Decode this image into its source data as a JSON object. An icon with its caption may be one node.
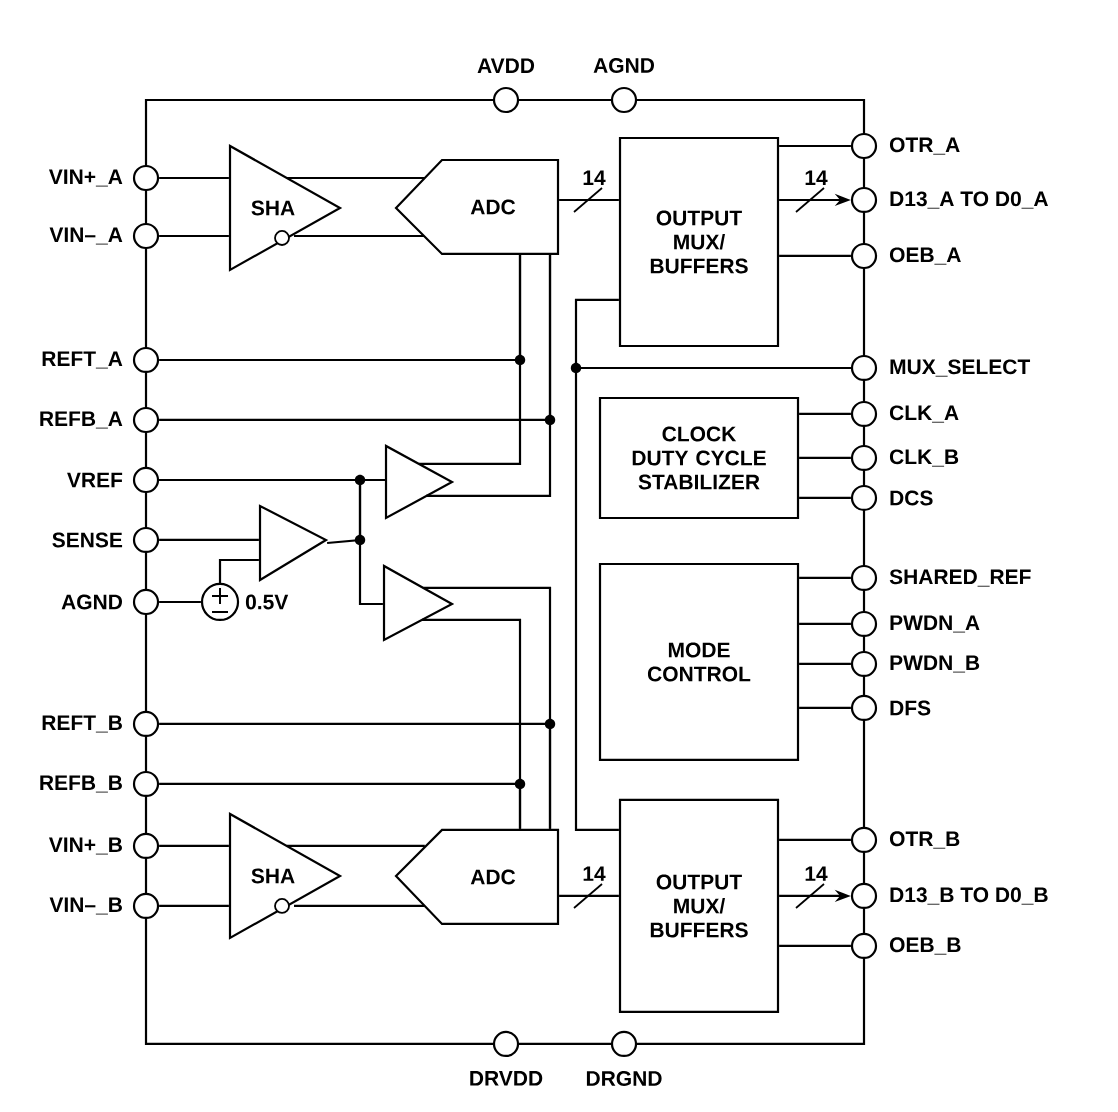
{
  "diagram": {
    "nodes": [
      {
        "text": [],
        "shape": "circle",
        "beside": [
          "VIN+_A"
        ]
      },
      {
        "text": [],
        "shape": "circle",
        "beside": [
          "VIN–_A"
        ]
      },
      {
        "text": [],
        "shape": "circle",
        "beside": [
          "REFT_A"
        ]
      },
      {
        "text": [],
        "shape": "circle",
        "beside": [
          "REFB_A"
        ]
      },
      {
        "text": [],
        "shape": "circle",
        "beside": [
          "VREF"
        ]
      },
      {
        "text": [],
        "shape": "circle",
        "beside": [
          "SENSE"
        ]
      },
      {
        "text": [],
        "shape": "circle",
        "beside": [
          "AGND"
        ]
      },
      {
        "text": [],
        "shape": "circle",
        "beside": [
          "REFT_B"
        ]
      },
      {
        "text": [],
        "shape": "circle",
        "beside": [
          "REFB_B"
        ]
      },
      {
        "text": [],
        "shape": "circle",
        "beside": [
          "VIN+_B"
        ]
      },
      {
        "text": [],
        "shape": "circle",
        "beside": [
          "VIN–_B"
        ]
      },
      {
        "text": [],
        "shape": "circle",
        "beside": [
          "AVDD"
        ]
      },
      {
        "text": [],
        "shape": "circle",
        "beside": [
          "AGND"
        ]
      },
      {
        "text": [],
        "shape": "circle",
        "beside": [
          "DRVDD"
        ]
      },
      {
        "text": [],
        "shape": "circle",
        "beside": [
          "DRGND"
        ]
      },
      {
        "text": [],
        "shape": "circle",
        "beside": [
          "OTR_A"
        ]
      },
      {
        "text": [],
        "shape": "circle",
        "beside": [
          "D13_A TO D0_A"
        ]
      },
      {
        "text": [],
        "shape": "circle",
        "beside": [
          "OEB_A"
        ]
      },
      {
        "text": [],
        "shape": "circle",
        "beside": [
          "MUX_SELECT"
        ]
      },
      {
        "text": [],
        "shape": "circle",
        "beside": [
          "CLK_A"
        ]
      },
      {
        "text": [],
        "shape": "circle",
        "beside": [
          "CLK_B"
        ]
      },
      {
        "text": [],
        "shape": "circle",
        "beside": [
          "DCS"
        ]
      },
      {
        "text": [],
        "shape": "circle",
        "beside": [
          "SHARED_REF"
        ]
      },
      {
        "text": [],
        "shape": "circle",
        "beside": [
          "PWDN_A"
        ]
      },
      {
        "text": [],
        "shape": "circle",
        "beside": [
          "PWDN_B"
        ]
      },
      {
        "text": [],
        "shape": "circle",
        "beside": [
          "DFS"
        ]
      },
      {
        "text": [],
        "shape": "circle",
        "beside": [
          "OTR_B"
        ]
      },
      {
        "text": [],
        "shape": "circle",
        "beside": [
          "D13_B TO D0_B"
        ]
      },
      {
        "text": [],
        "shape": "circle",
        "beside": [
          "OEB_B"
        ]
      },
      {
        "text": [
          "SHA"
        ]
      },
      {
        "text": [
          "ADC"
        ]
      },
      {
        "text": [
          "OUTPUT MUX/ BUFFERS"
        ]
      },
      {
        "text": [
          "CLOCK DUTY CYCLE STABILIZER"
        ]
      },
      {
        "text": [
          "MODE CONTROL"
        ]
      },
      {
        "text": [],
        "shape": "triangle"
      },
      {
        "text": [],
        "shape": "triangle"
      },
      {
        "text": [],
        "shape": "triangle"
      },
      {
        "text": [],
        "shape": "circle",
        "beside": [
          "0.5V"
        ]
      },
      {
        "text": [
          "SHA"
        ]
      },
      {
        "text": [
          "ADC"
        ]
      },
      {
        "text": [
          "OUTPUT MUX/ BUFFERS"
        ]
      }
    ],
    "edges": [
      {
        "from": 0,
        "to": 29,
        "arrow": "none"
      },
      {
        "from": 1,
        "to": 29,
        "arrow": "none"
      },
      {
        "from": 29,
        "to": 30,
        "arrow": "none"
      },
      {
        "from": 29,
        "to": 30,
        "arrow": "none"
      },
      {
        "from": 30,
        "to": 31,
        "arrow": "none",
        "label": "14"
      },
      {
        "from": 31,
        "to": 15,
        "arrow": "none"
      },
      {
        "from": 31,
        "to": 16,
        "arrow": "to",
        "label": "14"
      },
      {
        "from": 17,
        "to": 31,
        "arrow": "none"
      },
      {
        "from": 18,
        "to": 31,
        "arrow": "none"
      },
      {
        "from": 18,
        "to": 40,
        "arrow": "none"
      },
      {
        "from": 19,
        "to": 32,
        "arrow": "none"
      },
      {
        "from": 20,
        "to": 32,
        "arrow": "none"
      },
      {
        "from": 21,
        "to": 32,
        "arrow": "none"
      },
      {
        "from": 22,
        "to": 33,
        "arrow": "none"
      },
      {
        "from": 23,
        "to": 33,
        "arrow": "none"
      },
      {
        "from": 24,
        "to": 33,
        "arrow": "none"
      },
      {
        "from": 25,
        "to": 33,
        "arrow": "none"
      },
      {
        "from": 2,
        "to": 30,
        "arrow": "none"
      },
      {
        "from": 3,
        "to": 30,
        "arrow": "none"
      },
      {
        "from": 34,
        "to": 30,
        "arrow": "none"
      },
      {
        "from": 34,
        "to": 30,
        "arrow": "none"
      },
      {
        "from": 4,
        "to": 34,
        "arrow": "none"
      },
      {
        "from": 35,
        "to": 34,
        "arrow": "none"
      },
      {
        "from": 4,
        "to": 36,
        "arrow": "none"
      },
      {
        "from": 5,
        "to": 35,
        "arrow": "none"
      },
      {
        "from": 6,
        "to": 37,
        "arrow": "none"
      },
      {
        "from": 37,
        "to": 35,
        "arrow": "none"
      },
      {
        "from": 36,
        "to": 39,
        "arrow": "none"
      },
      {
        "from": 36,
        "to": 39,
        "arrow": "none"
      },
      {
        "from": 7,
        "to": 39,
        "arrow": "none"
      },
      {
        "from": 8,
        "to": 39,
        "arrow": "none"
      },
      {
        "from": 9,
        "to": 38,
        "arrow": "none"
      },
      {
        "from": 10,
        "to": 38,
        "arrow": "none"
      },
      {
        "from": 38,
        "to": 39,
        "arrow": "none"
      },
      {
        "from": 38,
        "to": 39,
        "arrow": "none"
      },
      {
        "from": 39,
        "to": 40,
        "arrow": "none",
        "label": "14"
      },
      {
        "from": 40,
        "to": 26,
        "arrow": "none"
      },
      {
        "from": 40,
        "to": 27,
        "arrow": "to",
        "label": "14"
      },
      {
        "from": 28,
        "to": 40,
        "arrow": "none"
      }
    ]
  }
}
